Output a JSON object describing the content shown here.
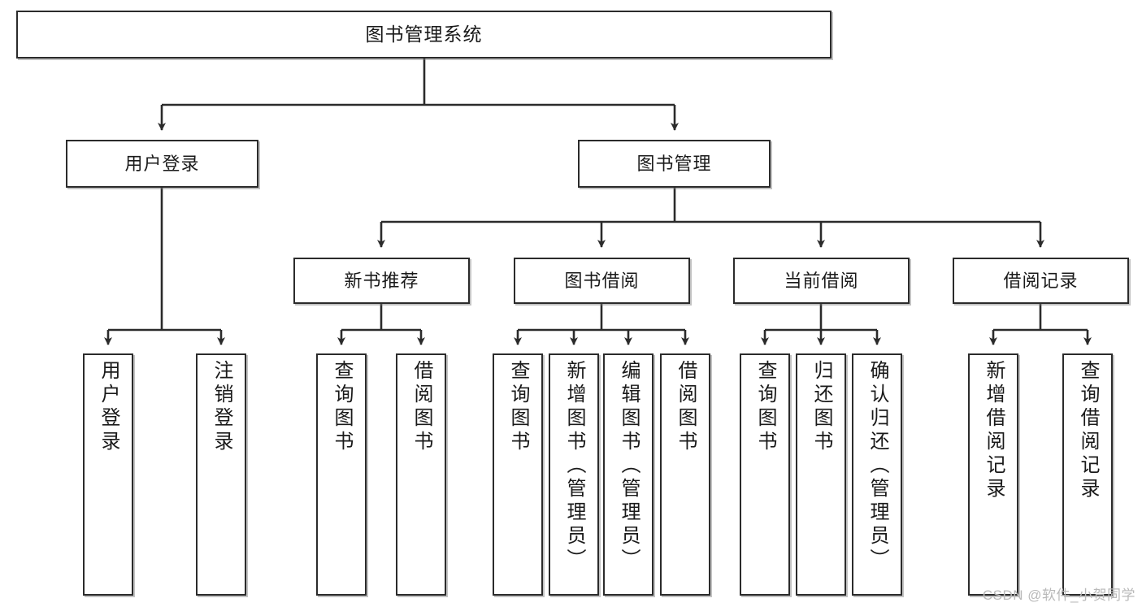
{
  "diagram": {
    "title": "图书管理系统",
    "type": "tree",
    "watermark": "CSDN @软件_小贺同学",
    "colors": {
      "box_border": "#2b2b2b",
      "box_fill": "#ffffff",
      "edge": "#2b2b2b",
      "text": "#1a1a1a",
      "watermark": "#b9b9b9",
      "background": "#ffffff"
    },
    "nodes": {
      "root": {
        "label": "图书管理系统"
      },
      "level2": [
        {
          "id": "user-login",
          "label": "用户登录"
        },
        {
          "id": "book-management",
          "label": "图书管理"
        }
      ],
      "level3": [
        {
          "id": "new-book-recommend",
          "label": "新书推荐"
        },
        {
          "id": "book-borrow",
          "label": "图书借阅"
        },
        {
          "id": "current-borrow",
          "label": "当前借阅"
        },
        {
          "id": "borrow-record",
          "label": "借阅记录"
        }
      ],
      "leaves": {
        "user-login": [
          {
            "id": "leaf-user-login",
            "label": "用户登录"
          },
          {
            "id": "leaf-user-logout",
            "label": "注销登录"
          }
        ],
        "new-book-recommend": [
          {
            "id": "leaf-query-book-1",
            "label": "查询图书"
          },
          {
            "id": "leaf-borrow-book-1",
            "label": "借阅图书"
          }
        ],
        "book-borrow": [
          {
            "id": "leaf-query-book-2",
            "label": "查询图书"
          },
          {
            "id": "leaf-add-book-admin",
            "label": "新增图书（管理员）"
          },
          {
            "id": "leaf-edit-book-admin",
            "label": "编辑图书（管理员）"
          },
          {
            "id": "leaf-borrow-book-2",
            "label": "借阅图书"
          }
        ],
        "current-borrow": [
          {
            "id": "leaf-query-book-3",
            "label": "查询图书"
          },
          {
            "id": "leaf-return-book",
            "label": "归还图书"
          },
          {
            "id": "leaf-confirm-return-admin",
            "label": "确认归还（管理员）"
          }
        ],
        "borrow-record": [
          {
            "id": "leaf-add-borrow-record",
            "label": "新增借阅记录"
          },
          {
            "id": "leaf-query-borrow-record",
            "label": "查询借阅记录"
          }
        ]
      }
    }
  }
}
